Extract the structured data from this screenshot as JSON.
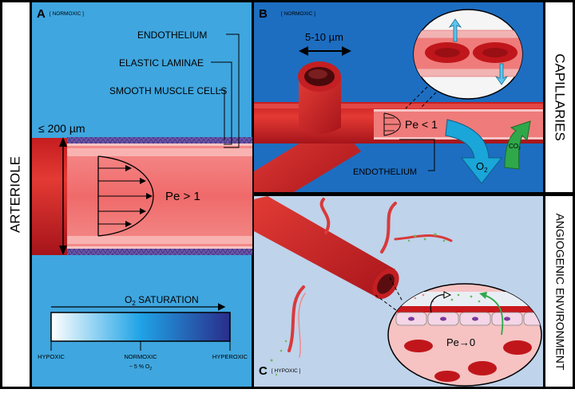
{
  "side_labels": {
    "left": "ARTERIOLE",
    "right_top": "CAPILLARIES",
    "right_bottom": "ANGIOGENIC ENVIRONMENT"
  },
  "panel_a": {
    "letter": "A",
    "condition": "[ NORMOXIC ]",
    "label_endothelium": "ENDOTHELIUM",
    "label_elastic": "ELASTIC LAMINAE",
    "label_smooth": "SMOOTH MUSCLE CELLS",
    "diameter": "≤ 200 µm",
    "peclet": "Pe > 1"
  },
  "panel_b": {
    "letter": "B",
    "condition": "[ NORMOXIC ]",
    "diameter": "5-10 µm",
    "peclet": "Pe < 1",
    "label_endothelium": "ENDOTHELIUM",
    "o2": "O",
    "o2_sub": "2",
    "co2": "CO",
    "co2_sub": "2"
  },
  "panel_c": {
    "letter": "C",
    "condition": "[ HYPOXIC ]",
    "peclet": "Pe→0"
  },
  "legend": {
    "title": "O",
    "title_sub": "2",
    "title_rest": " SATURATION",
    "left": "HYPOXIC",
    "mid": "NORMOXIC",
    "mid_sub": "~ 5 % O",
    "mid_sub2": "2",
    "right": "HYPEROXIC"
  }
}
